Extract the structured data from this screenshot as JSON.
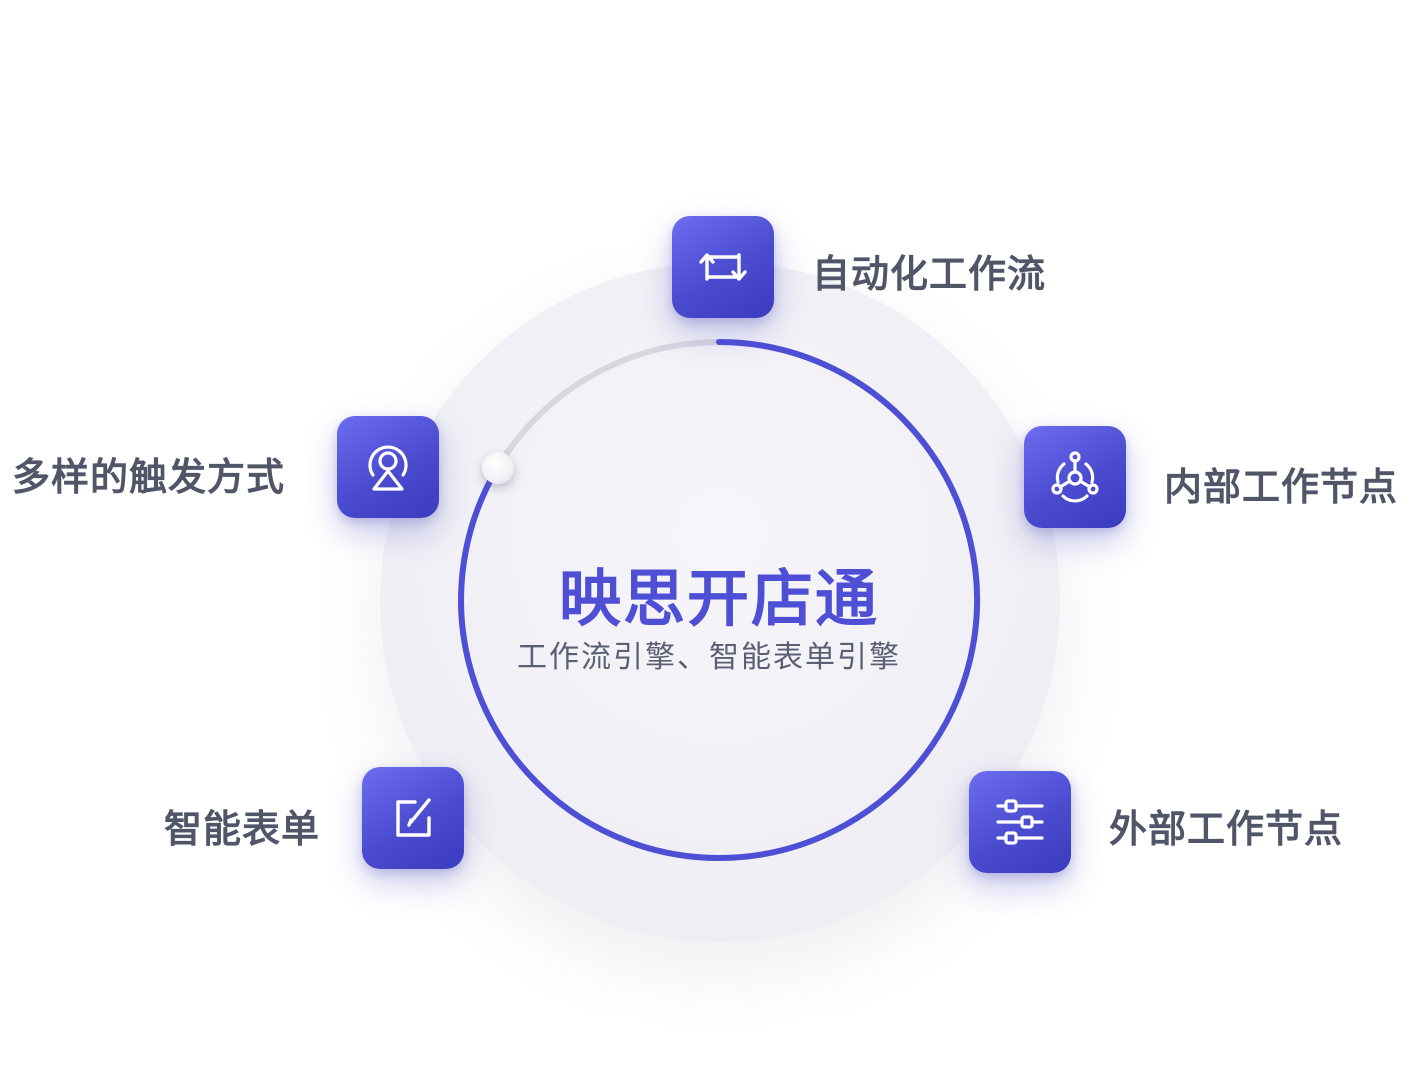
{
  "center": {
    "title": "映思开店通",
    "subtitle": "工作流引擎、智能表单引擎"
  },
  "nodes": {
    "automation": {
      "label": "自动化工作流",
      "icon": "loop-arrows-icon"
    },
    "triggers": {
      "label": "多样的触发方式",
      "icon": "broadcast-icon"
    },
    "internal": {
      "label": "内部工作节点",
      "icon": "network-hub-icon"
    },
    "forms": {
      "label": "智能表单",
      "icon": "edit-icon"
    },
    "external": {
      "label": "外部工作节点",
      "icon": "sliders-icon"
    }
  },
  "colors": {
    "accent": "#4f4fd6",
    "node_bg": "#4b4bd0",
    "label_text": "#505668",
    "ring_track": "#d7d7e1",
    "disc_bg": "#efeff5"
  }
}
